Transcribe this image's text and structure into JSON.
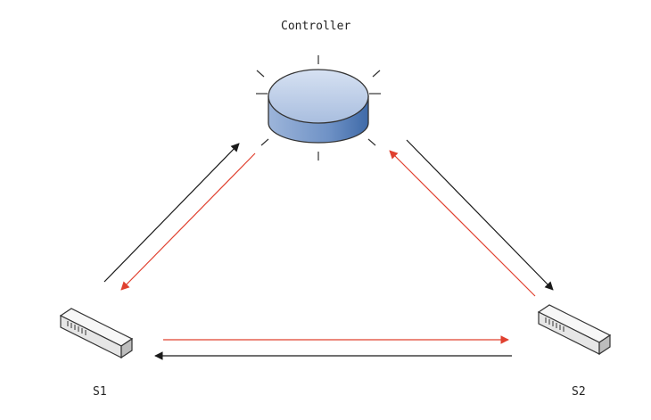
{
  "nodes": {
    "controller": {
      "label": "Controller"
    },
    "s1": {
      "label": "S1"
    },
    "s2": {
      "label": "S2"
    }
  },
  "colors": {
    "request_arrow": "#1a1a1a",
    "reply_arrow": "#e0402f",
    "controller_top": "#c5d3ea",
    "controller_side": "#5f86bd",
    "switch_body": "#eeeeee",
    "outline": "#333333"
  },
  "icons": {
    "controller": "server-disk-icon",
    "switch": "network-switch-icon"
  }
}
